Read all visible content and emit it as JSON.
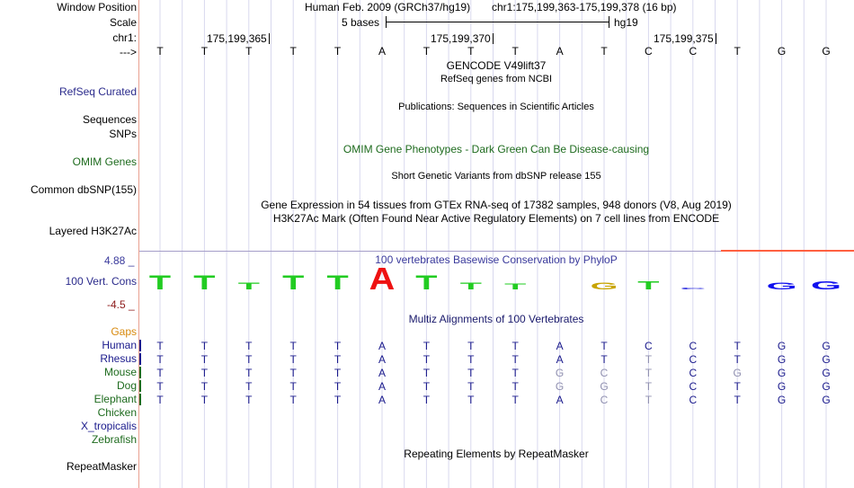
{
  "header": {
    "window_position_label": "Window Position",
    "scale_label": "Scale",
    "chr_label": "chr1:",
    "arrow_label": "--->",
    "assembly": "Human Feb. 2009 (GRCh37/hg19)",
    "position": "chr1:175,199,363-175,199,378 (16 bp)",
    "scale_text": "5 bases",
    "scale_db": "hg19",
    "coords": [
      "175,199,365",
      "175,199,370",
      "175,199,375"
    ]
  },
  "reference_sequence": [
    "T",
    "T",
    "T",
    "T",
    "T",
    "A",
    "T",
    "T",
    "T",
    "A",
    "T",
    "C",
    "C",
    "T",
    "G",
    "G"
  ],
  "tracks": {
    "gencode_title": "GENCODE V49lift37",
    "refseq_subtitle": "RefSeq genes from NCBI",
    "refseq_label": "RefSeq Curated",
    "publications_title": "Publications: Sequences in Scientific Articles",
    "sequences_label": "Sequences",
    "snps_label": "SNPs",
    "omim_title": "OMIM Gene Phenotypes - Dark Green Can Be Disease-causing",
    "omim_label": "OMIM Genes",
    "dbsnp_title": "Short Genetic Variants from dbSNP release 155",
    "dbsnp_label": "Common dbSNP(155)",
    "gtex_title": "Gene Expression in 54 tissues from GTEx RNA-seq of 17382 samples, 948 donors (V8, Aug 2019)",
    "h3k27_title": "H3K27Ac Mark (Often Found Near Active Regulatory Elements) on 7 cell lines from ENCODE",
    "h3k27_label": "Layered H3K27Ac",
    "phylop_title": "100 vertebrates Basewise Conservation by PhyloP",
    "phylop_label": "100 Vert. Cons",
    "phylop_max": "4.88 _",
    "phylop_min": "-4.5 _",
    "multiz_title": "Multiz Alignments of 100 Vertebrates",
    "gaps_label": "Gaps",
    "repeat_title": "Repeating Elements by RepeatMasker",
    "repeat_label": "RepeatMasker"
  },
  "phylop_logo": {
    "bases": [
      "T",
      "T",
      "T",
      "T",
      "T",
      "A",
      "T",
      "T",
      "T",
      "",
      "G",
      "T",
      "C",
      "",
      "G",
      "G"
    ],
    "colors": {
      "T": "#22cc22",
      "A": "#ee1111",
      "G": "#c8a400",
      "C": "#2222dd"
    },
    "heights": [
      1.0,
      1.0,
      0.5,
      1.0,
      1.0,
      1.6,
      1.0,
      0.5,
      0.4,
      0,
      0.5,
      0.6,
      0.1,
      0,
      0.5,
      0.6
    ],
    "species_G_color": "#1111ee"
  },
  "alignment": [
    {
      "species": "Human",
      "color": "#1a1a8c",
      "bases": [
        "T",
        "T",
        "T",
        "T",
        "T",
        "A",
        "T",
        "T",
        "T",
        "A",
        "T",
        "C",
        "C",
        "T",
        "G",
        "G"
      ],
      "dim": []
    },
    {
      "species": "Rhesus",
      "color": "#1a1a8c",
      "bases": [
        "T",
        "T",
        "T",
        "T",
        "T",
        "A",
        "T",
        "T",
        "T",
        "A",
        "T",
        "T",
        "C",
        "T",
        "G",
        "G"
      ],
      "dim": [
        11
      ]
    },
    {
      "species": "Mouse",
      "color": "#1e6b1e",
      "bases": [
        "T",
        "T",
        "T",
        "T",
        "T",
        "A",
        "T",
        "T",
        "T",
        "G",
        "C",
        "T",
        "C",
        "G",
        "G",
        "G"
      ],
      "dim": [
        9,
        10,
        11,
        13
      ]
    },
    {
      "species": "Dog",
      "color": "#1e6b1e",
      "bases": [
        "T",
        "T",
        "T",
        "T",
        "T",
        "A",
        "T",
        "T",
        "T",
        "G",
        "G",
        "T",
        "C",
        "T",
        "G",
        "G"
      ],
      "dim": [
        9,
        10,
        11
      ]
    },
    {
      "species": "Elephant",
      "color": "#1e6b1e",
      "bases": [
        "T",
        "T",
        "T",
        "T",
        "T",
        "A",
        "T",
        "T",
        "T",
        "A",
        "C",
        "T",
        "C",
        "T",
        "G",
        "G"
      ],
      "dim": [
        10,
        11
      ]
    },
    {
      "species": "Chicken",
      "color": "#1e6b1e",
      "bases": [],
      "dim": []
    },
    {
      "species": "X_tropicalis",
      "color": "#1a1a8c",
      "bases": [],
      "dim": []
    },
    {
      "species": "Zebrafish",
      "color": "#1e6b1e",
      "bases": [],
      "dim": []
    }
  ],
  "colors": {
    "base_text": "#000000",
    "alignment_base": "#1a1a8c",
    "dim_base": "#9090b0",
    "grid_line": "#d8d8ee",
    "left_edge": "#e8a090",
    "phylop_line": "#a59ec8",
    "phylop_highlight": "#ff6040",
    "phylop_title": "#3a3a9c",
    "omim_title": "#1e6b1e",
    "phylop_max": "#3a3a9c",
    "phylop_min": "#8c1a1a"
  }
}
